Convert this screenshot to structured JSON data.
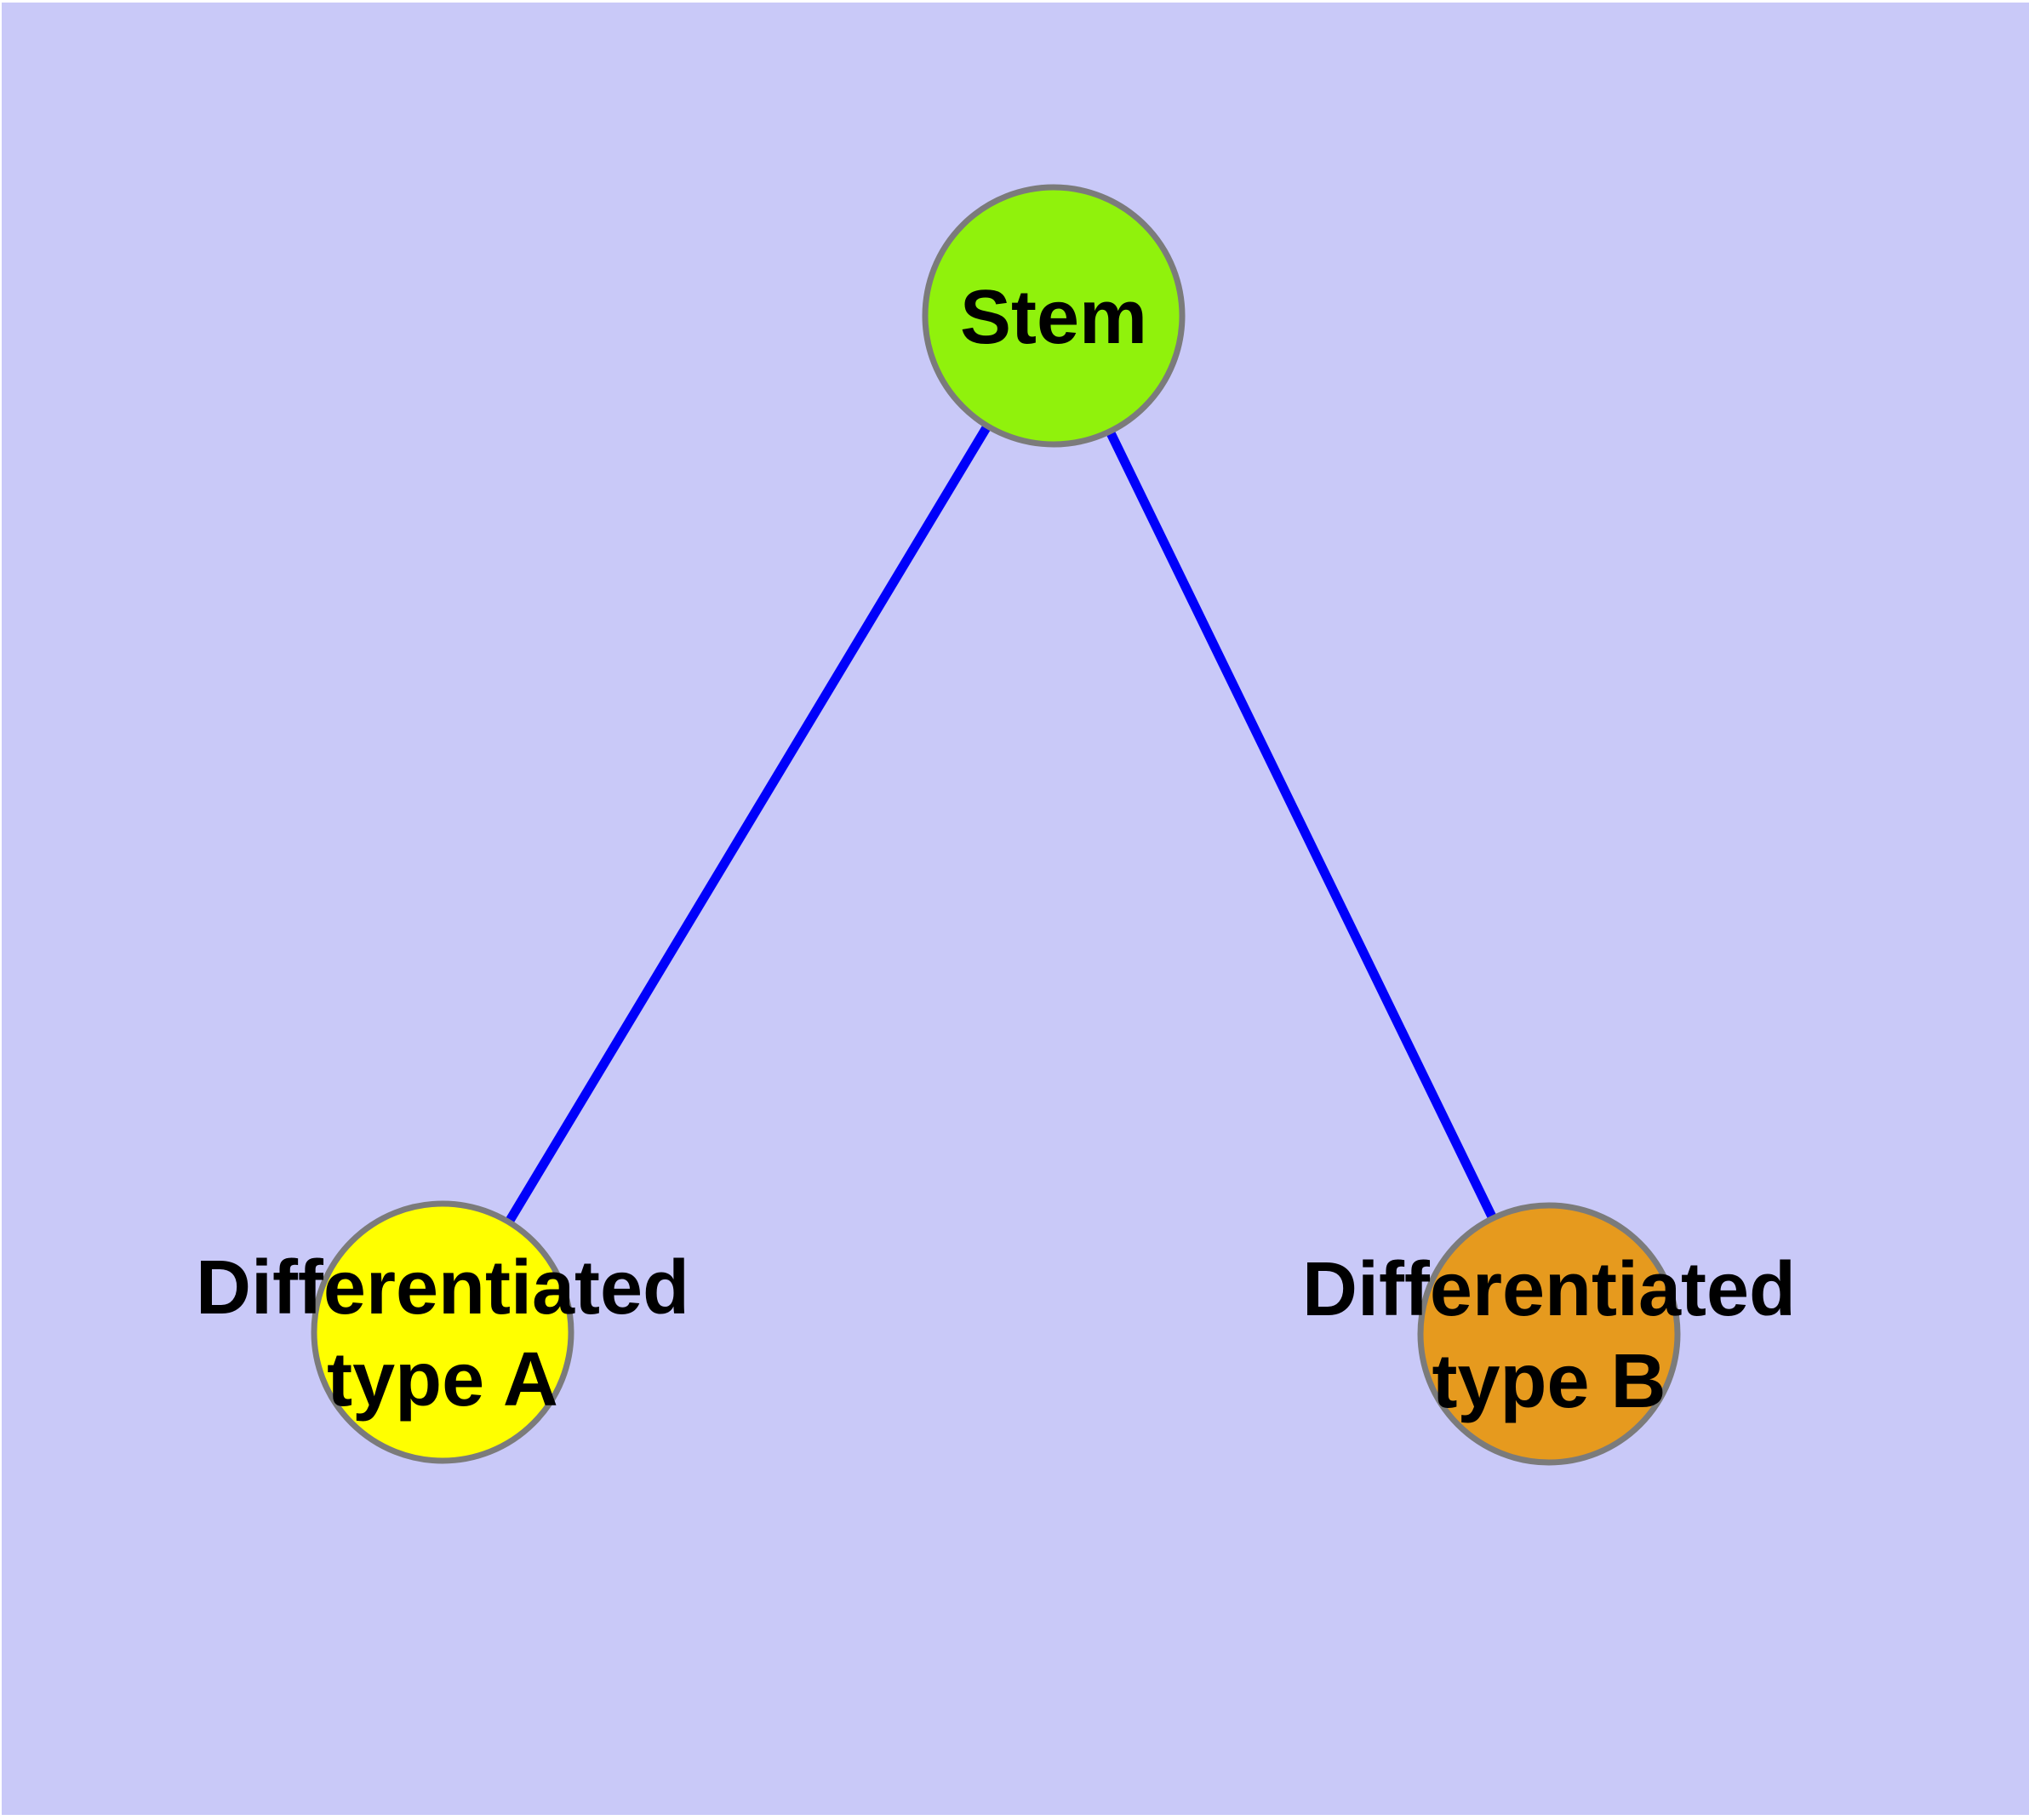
{
  "diagram": {
    "background_color": "#C9C9F8",
    "page_margin_color": "#FFFFFF",
    "label_color": "#000000",
    "edge_color": "#0000FA",
    "edge_width": 11,
    "node_border_color": "#7B7B7B",
    "nodes": [
      {
        "id": "stem",
        "label": "Stem",
        "color": "#90F20C"
      },
      {
        "id": "diff-a",
        "label_line1": "Differentiated",
        "label_line2": "type A",
        "color": "#FFFF00"
      },
      {
        "id": "diff-b",
        "label_line1": "Differentiated",
        "label_line2": "type B",
        "color": "#E69A1E"
      }
    ],
    "edges": [
      {
        "from": "Stem",
        "to": "Differentiated type A"
      },
      {
        "from": "Stem",
        "to": "Differentiated type B"
      }
    ]
  }
}
